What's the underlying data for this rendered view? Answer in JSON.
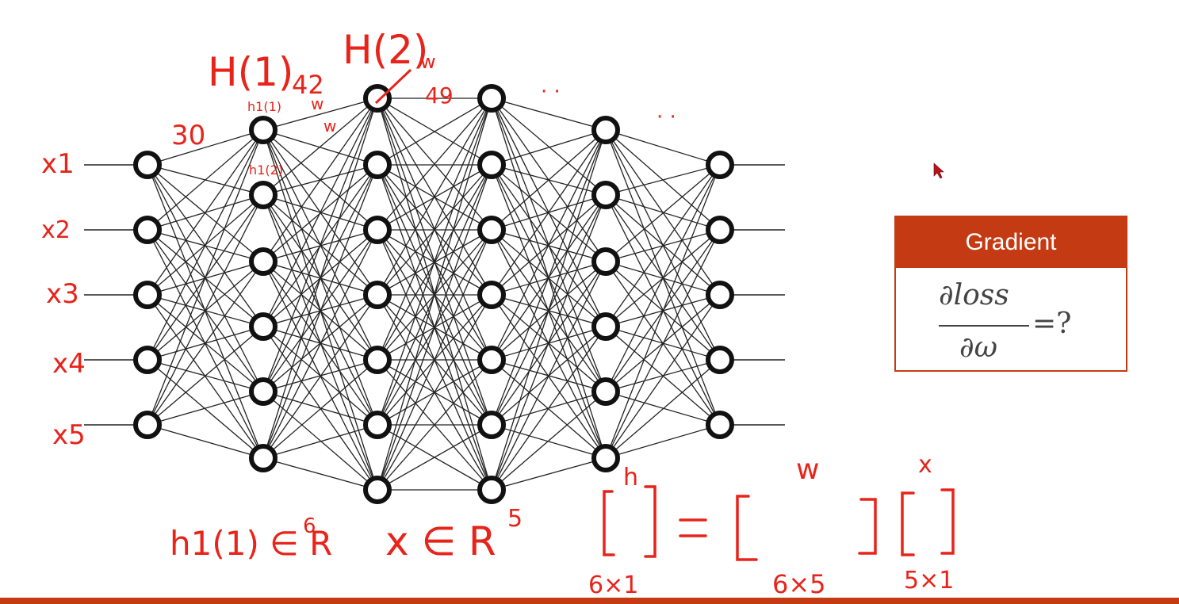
{
  "network": {
    "layers": [
      5,
      6,
      7,
      7,
      6,
      5
    ],
    "node_color": "#111111",
    "edge_color": "#222222"
  },
  "annotations": {
    "inputs": [
      "x1",
      "x2",
      "x3",
      "x4",
      "x5"
    ],
    "h1_label": "H(1)",
    "h2_label": "H(2)",
    "count_30": "30",
    "count_42": "42",
    "w_above_42": "w",
    "w_small": "w",
    "w_on_edge": "w",
    "count_49": "49",
    "node_h1": "h1(1)",
    "node_h2": "h1(2)",
    "dots_1": "· ·",
    "dots_2": "· ·",
    "h_in_R": "h1(1) ∈ R",
    "h_exp": "6",
    "x_in_R": "x ∈ R",
    "x_exp": "5",
    "eq_h": "h",
    "eq_w": "w",
    "eq_x": "x",
    "dim_h": "6×1",
    "dim_w": "6×5",
    "dim_x": "5×1",
    "ink_color": "#e8231a"
  },
  "gradient_card": {
    "title": "Gradient",
    "numerator": "∂loss",
    "denominator": "∂ω",
    "equals": "=?",
    "accent": "#c43b13"
  }
}
